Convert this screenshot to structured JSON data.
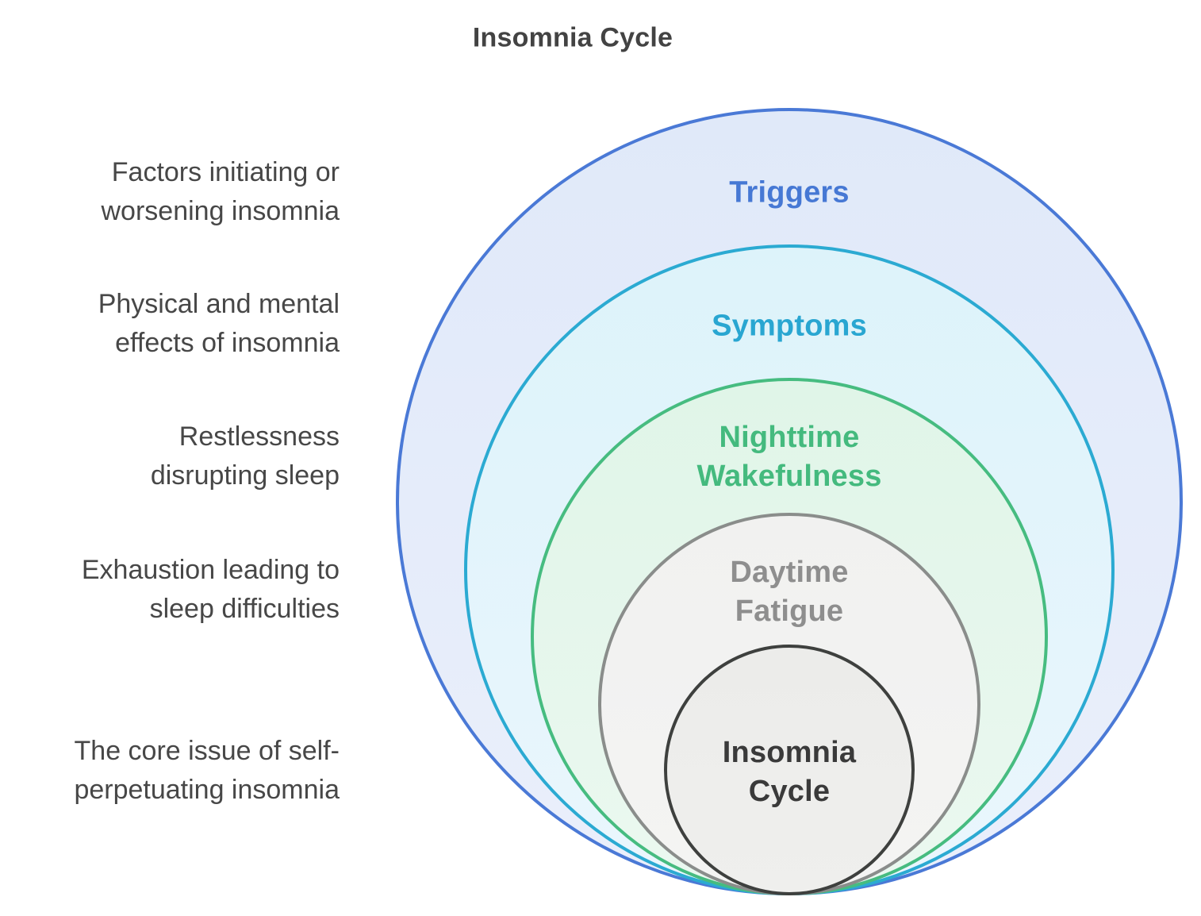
{
  "title": "Insomnia Cycle",
  "colors": {
    "background": "#ffffff",
    "title_text": "#434343",
    "description_text": "#474747"
  },
  "rings": [
    {
      "id": "triggers",
      "label": "Triggers",
      "description": "Factors initiating or\nworsening insomnia",
      "stroke": "#4A79D6",
      "fill_top": "#E0E9F9",
      "fill_bottom": "#EAEFFB",
      "text_color": "#4678D4"
    },
    {
      "id": "symptoms",
      "label": "Symptoms",
      "description": "Physical and mental\neffects of insomnia",
      "stroke": "#2BAAD2",
      "fill_top": "#DDF3FA",
      "fill_bottom": "#EAF6FD",
      "text_color": "#29A6D1"
    },
    {
      "id": "nighttime-wakefulness",
      "label": "Nighttime\nWakefulness",
      "description": "Restlessness\ndisrupting sleep",
      "stroke": "#46BC80",
      "fill_top": "#E0F5E8",
      "fill_bottom": "#EBF8F0",
      "text_color": "#44BA7E"
    },
    {
      "id": "daytime-fatigue",
      "label": "Daytime\nFatigue",
      "description": "Exhaustion leading to\nsleep difficulties",
      "stroke": "#8A8D8B",
      "fill_top": "#F1F1F0",
      "fill_bottom": "#F4F4F3",
      "text_color": "#8E8E8E"
    },
    {
      "id": "insomnia-cycle",
      "label": "Insomnia\nCycle",
      "description": "The core issue of self-\nperpetuating insomnia",
      "stroke": "#3E403E",
      "fill_top": "#ECECEA",
      "fill_bottom": "#EFEFED",
      "text_color": "#3A3A3A"
    }
  ]
}
